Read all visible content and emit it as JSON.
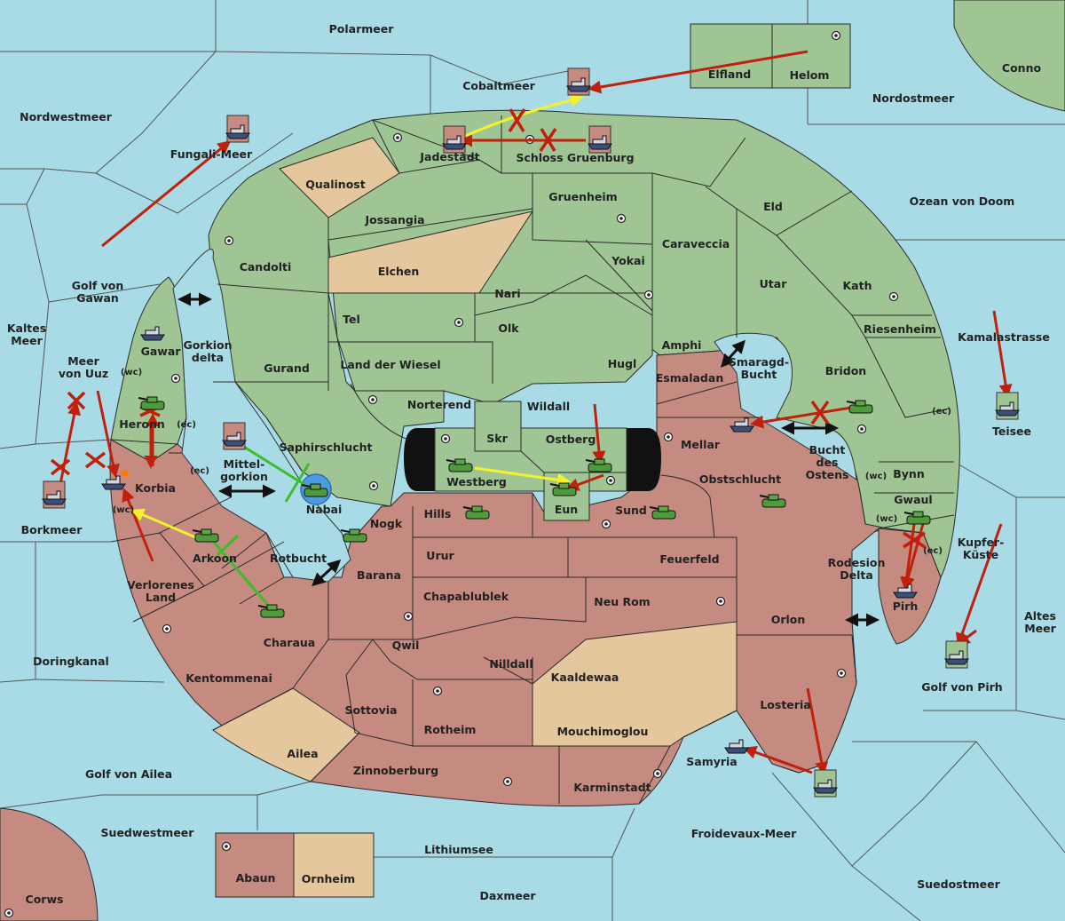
{
  "labels": {
    "polarmeer": "Polarmeer",
    "cobaltmeer": "Cobaltmeer",
    "elfland": "Elfland",
    "helom": "Helom",
    "conno": "Conno",
    "nordostmeer": "Nordostmeer",
    "nordwestmeer": "Nordwestmeer",
    "fungali_meer": "Fungali-Meer",
    "jadestadt": "Jadestadt",
    "schloss_gruenburg": "Schloss Gruenburg",
    "qualinost": "Qualinost",
    "gruenheim": "Gruenheim",
    "eld": "Eld",
    "ozean_von_doom": "Ozean von Doom",
    "jossangia": "Jossangia",
    "caraveccia": "Caraveccia",
    "candolti": "Candolti",
    "elchen": "Elchen",
    "yokai": "Yokai",
    "utar": "Utar",
    "kath": "Kath",
    "golf_von_gawan": "Golf von\nGawan",
    "nari": "Nari",
    "kaltes_meer": "Kaltes\nMeer",
    "tel": "Tel",
    "olk": "Olk",
    "riesenheim": "Riesenheim",
    "kamalastrasse": "Kamalastrasse",
    "gawar": "Gawar",
    "gorkion_delta": "Gorkion\ndelta",
    "amphi": "Amphi",
    "smaragd_bucht": "Smaragd-\nBucht",
    "meer_von_uuz": "Meer\nvon Uuz",
    "gurand": "Gurand",
    "land_der_wiesel": "Land der Wiesel",
    "hugl": "Hugl",
    "bridon": "Bridon",
    "wc1": "(wc)",
    "esmaladan": "Esmaladan",
    "norterend": "Norterend",
    "wildall": "Wildall",
    "heronn": "Heronn",
    "ec1": "(ec)",
    "ec2": "(ec)",
    "teisee": "Teisee",
    "skr": "Skr",
    "ostberg": "Ostberg",
    "mellar": "Mellar",
    "saphirschlucht": "Saphirschlucht",
    "bucht_des_ostens": "Bucht\ndes\nOstens",
    "ec3": "(ec)",
    "mittel_gorkion": "Mittel-\ngorkion",
    "westberg": "Westberg",
    "korbia": "Korbia",
    "obstschlucht": "Obstschlucht",
    "bynn": "Bynn",
    "wc2": "(wc)",
    "nabai": "Nabai",
    "eun": "Eun",
    "gwaul": "Gwaul",
    "wc3": "(wc)",
    "wc4": "(wc)",
    "hills": "Hills",
    "sund": "Sund",
    "borkmeer": "Borkmeer",
    "nogk": "Nogk",
    "kupfer_kueste": "Kupfer-\nKüste",
    "ec4": "(ec)",
    "arkoon": "Arkoon",
    "rotbucht": "Rotbucht",
    "urur": "Urur",
    "feuerfeld": "Feuerfeld",
    "rodesion_delta": "Rodesion\nDelta",
    "barana": "Barana",
    "verlorenes_land": "Verlorenes\nLand",
    "pirh": "Pirh",
    "chapablublek": "Chapablublek",
    "neu_rom": "Neu Rom",
    "orlon": "Orlon",
    "altes_meer": "Altes\nMeer",
    "qwil": "Qwil",
    "charaua": "Charaua",
    "doringkanal": "Doringkanal",
    "nilldall": "Nilldall",
    "kentommenai": "Kentommenai",
    "kaaldewaa": "Kaaldewaa",
    "golf_von_pirh": "Golf von Pirh",
    "losteria": "Losteria",
    "sottovia": "Sottovia",
    "rotheim": "Rotheim",
    "mouchimoglou": "Mouchimoglou",
    "ailea": "Ailea",
    "samyria": "Samyria",
    "golf_von_ailea": "Golf von Ailea",
    "zinnoberburg": "Zinnoberburg",
    "karminstadt": "Karminstadt",
    "suedwestmeer": "Suedwestmeer",
    "froidevaux_meer": "Froidevaux-Meer",
    "lithiumsee": "Lithiumsee",
    "abaun": "Abaun",
    "ornheim": "Ornheim",
    "suedostmeer": "Suedostmeer",
    "daxmeer": "Daxmeer",
    "corws": "Corws"
  },
  "colors": {
    "sea": "#a9dbe6",
    "power_green": "#9fc594",
    "power_red": "#c58a80",
    "neutral_tan": "#e5c79e",
    "order_red": "#c0200c",
    "order_yellow": "#f4f32a",
    "order_green": "#3cbd2a",
    "convoy_blue": "#4b9be0"
  },
  "units": [
    {
      "type": "fleet",
      "power": "red",
      "province": "Cobaltmeer"
    },
    {
      "type": "fleet",
      "power": "red",
      "province": "Jadestadt"
    },
    {
      "type": "fleet",
      "power": "red",
      "province": "Schloss Gruenburg"
    },
    {
      "type": "fleet",
      "power": "green",
      "province": "Gawar"
    },
    {
      "type": "army",
      "power": "green",
      "province": "Heronn"
    },
    {
      "type": "fleet",
      "power": "green",
      "province": "Korbia"
    },
    {
      "type": "army",
      "power": "green",
      "province": "Arkoon"
    },
    {
      "type": "army",
      "power": "green",
      "province": "Charaua"
    },
    {
      "type": "army",
      "power": "green",
      "province": "Westberg"
    },
    {
      "type": "army",
      "power": "green",
      "province": "Ostberg"
    },
    {
      "type": "army",
      "power": "green",
      "province": "Eun"
    },
    {
      "type": "army",
      "power": "green",
      "province": "Hills"
    },
    {
      "type": "army",
      "power": "green",
      "province": "Sund"
    },
    {
      "type": "army",
      "power": "green",
      "province": "Nogk"
    },
    {
      "type": "army",
      "power": "green",
      "province": "Nabai"
    },
    {
      "type": "fleet",
      "power": "red",
      "province": "Mittelgorkion"
    },
    {
      "type": "army",
      "power": "green",
      "province": "Obstschlucht"
    },
    {
      "type": "fleet",
      "power": "green",
      "province": "Mellar"
    },
    {
      "type": "army",
      "power": "green",
      "province": "Bridon"
    },
    {
      "type": "army",
      "power": "green",
      "province": "Gwaul"
    },
    {
      "type": "fleet",
      "power": "green",
      "province": "Pirh"
    },
    {
      "type": "fleet",
      "power": "green",
      "province": "Samyria"
    },
    {
      "type": "fleet",
      "power": "green",
      "province": "Teisee"
    },
    {
      "type": "fleet",
      "power": "green",
      "province": "Golf von Pirh"
    },
    {
      "type": "fleet",
      "power": "green",
      "province": "Losteria coast"
    },
    {
      "type": "fleet",
      "power": "red",
      "province": "Fungali-Meer"
    },
    {
      "type": "fleet",
      "power": "red",
      "province": "Borkmeer"
    }
  ]
}
